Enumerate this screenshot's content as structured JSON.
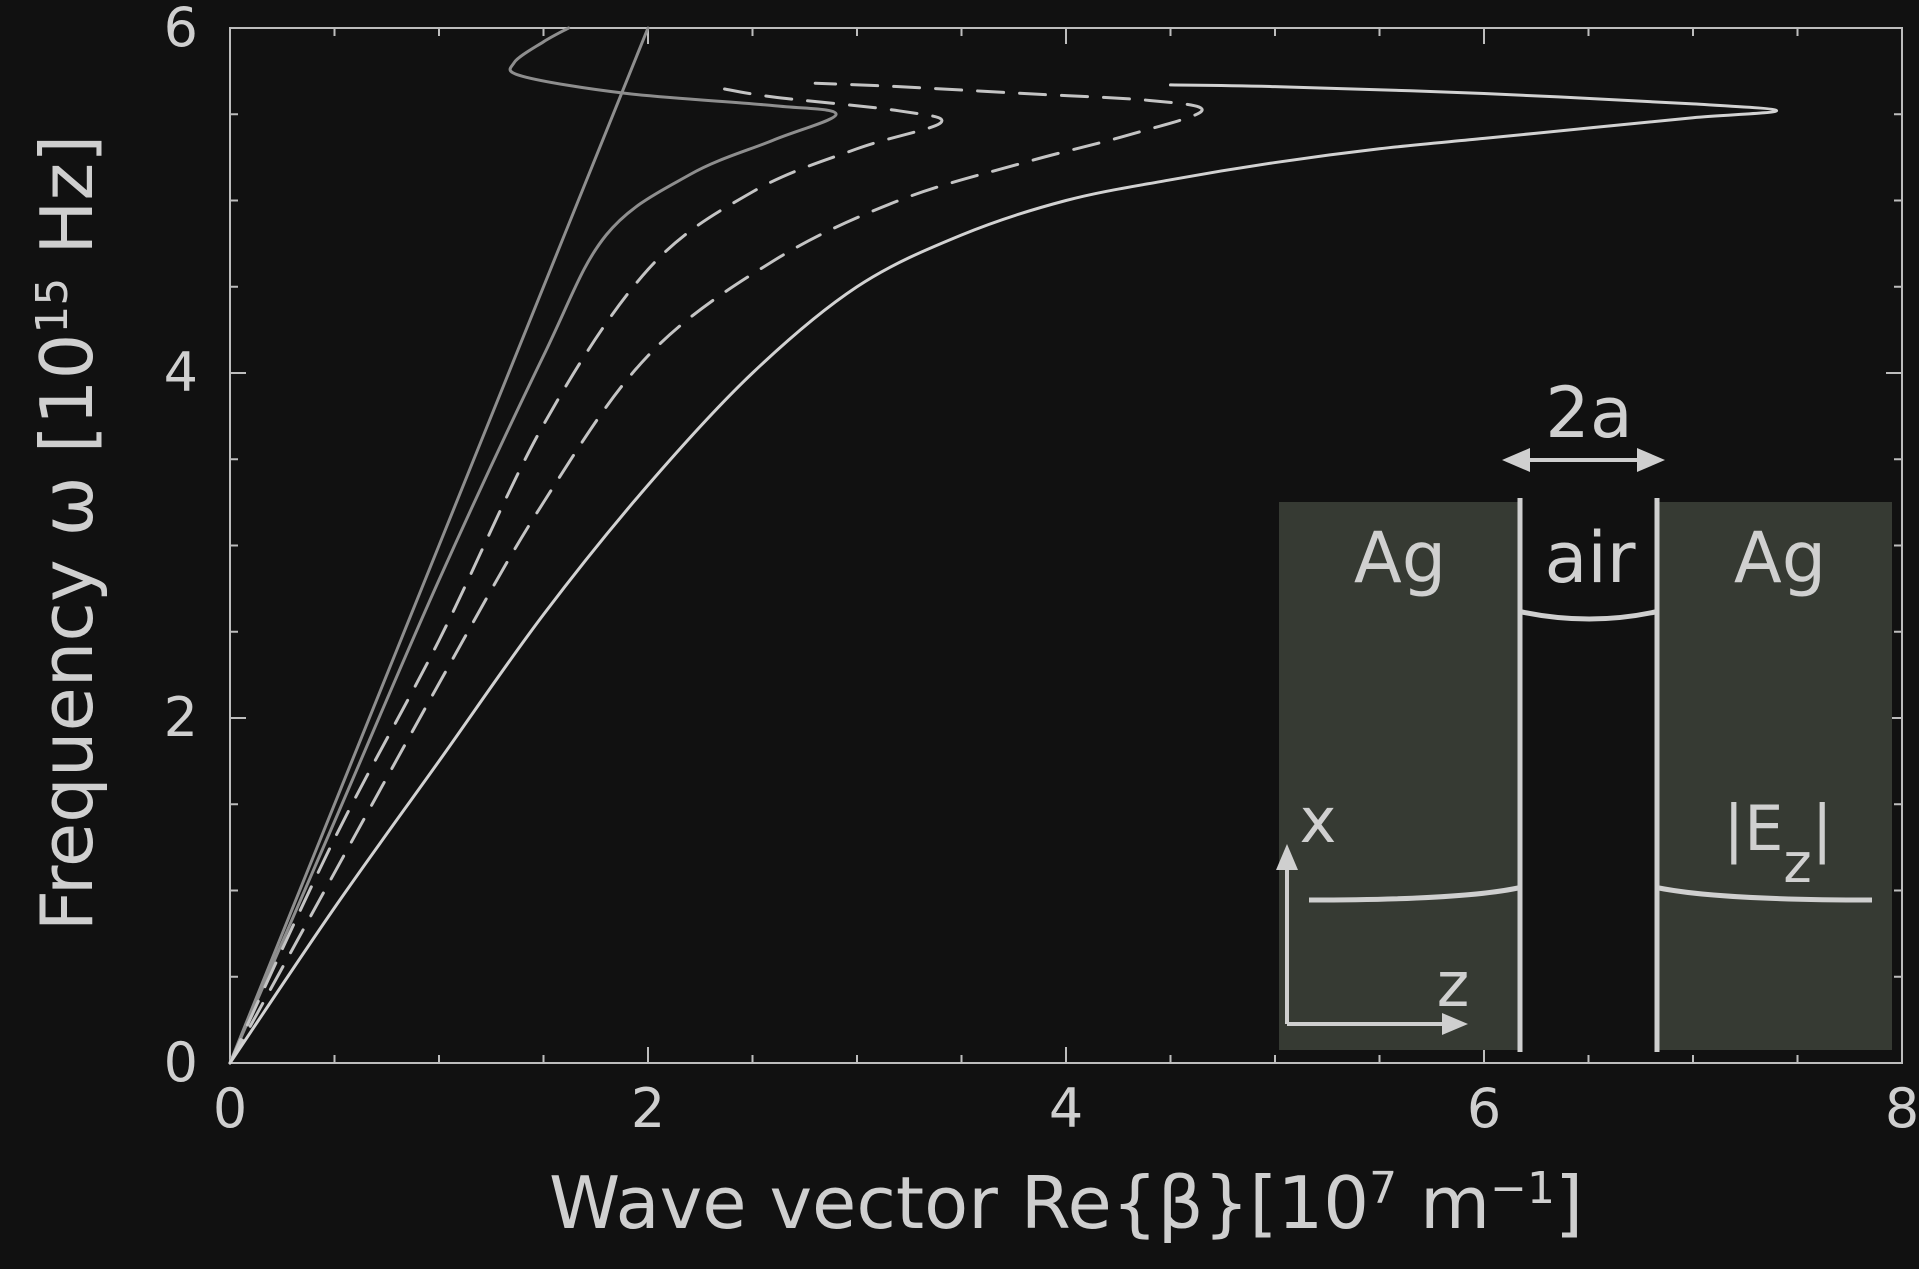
{
  "chart_data": {
    "type": "line",
    "xlabel": {
      "main": "Wave vector Re{β}[10",
      "sup": "7",
      "mid": " m",
      "sup2": "−1",
      "end": "]"
    },
    "ylabel": {
      "main": "Frequency ω [10",
      "sup": "15",
      "end": " Hz]"
    },
    "xlim": [
      0,
      8
    ],
    "ylim": [
      0,
      6
    ],
    "xticks": [
      "0",
      "2",
      "4",
      "6",
      "8"
    ],
    "yticks": [
      "0",
      "2",
      "4",
      "6"
    ],
    "grid": false,
    "series": [
      {
        "style": "solid-gray",
        "x": [
          0,
          0.4,
          0.8,
          1.2,
          1.6,
          2.0
        ],
        "y": [
          0,
          1.2,
          2.4,
          3.6,
          4.8,
          6.0
        ]
      },
      {
        "style": "solid-gray",
        "x": [
          0,
          0.5,
          1.0,
          1.5,
          1.8,
          2.2,
          2.6,
          2.9,
          2.6,
          1.9,
          1.4,
          1.36,
          1.5,
          1.62
        ],
        "y": [
          0,
          1.4,
          2.8,
          4.1,
          4.8,
          5.15,
          5.35,
          5.5,
          5.55,
          5.62,
          5.72,
          5.8,
          5.92,
          6.0
        ]
      },
      {
        "style": "dashed",
        "x": [
          0,
          0.5,
          1.0,
          1.5,
          2.0,
          2.5,
          3.0,
          3.4,
          3.2,
          2.6,
          2.35
        ],
        "y": [
          0,
          1.3,
          2.45,
          3.7,
          4.6,
          5.05,
          5.3,
          5.45,
          5.52,
          5.6,
          5.65
        ]
      },
      {
        "style": "dashed",
        "x": [
          0,
          1.0,
          1.5,
          2.0,
          2.6,
          3.2,
          3.8,
          4.3,
          4.65,
          4.4,
          3.8,
          3.2,
          2.8
        ],
        "y": [
          0,
          2.2,
          3.25,
          4.1,
          4.65,
          5.0,
          5.22,
          5.38,
          5.52,
          5.58,
          5.62,
          5.66,
          5.68
        ]
      },
      {
        "style": "solid-light",
        "x": [
          0,
          0.5,
          1.0,
          1.5,
          2.0,
          2.5,
          3.0,
          3.5,
          4.0,
          4.5,
          5.0,
          5.5,
          6.0,
          6.5,
          7.0,
          7.4,
          7.0,
          6.0,
          5.0,
          4.5
        ],
        "y": [
          0,
          0.9,
          1.75,
          2.6,
          3.35,
          4.0,
          4.5,
          4.8,
          5.0,
          5.12,
          5.22,
          5.3,
          5.36,
          5.42,
          5.48,
          5.52,
          5.56,
          5.62,
          5.66,
          5.67
        ]
      }
    ],
    "inset": {
      "dimension_label": "2a",
      "left_metal_label": "Ag",
      "gap_label": "air",
      "right_metal_label": "Ag",
      "x_axis_label": "z",
      "y_axis_label": "x",
      "field_label": {
        "bar": "|",
        "main": "E",
        "sub": "z",
        "end": "|"
      }
    }
  }
}
